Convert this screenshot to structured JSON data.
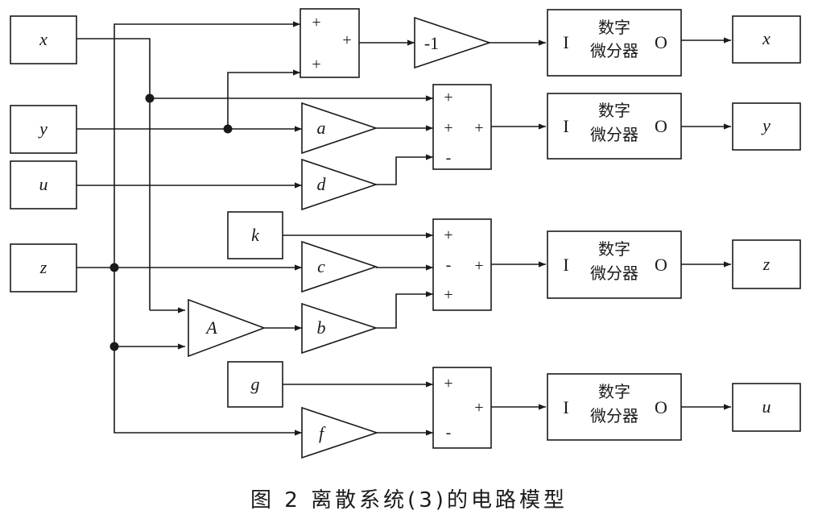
{
  "inputs": {
    "x": "x",
    "y": "y",
    "u": "u",
    "z": "z",
    "k": "k",
    "g": "g"
  },
  "outputs": {
    "x": "x",
    "y": "y",
    "z": "z",
    "u": "u"
  },
  "gains": {
    "neg1": "-1",
    "a": "a",
    "d": "d",
    "c": "c",
    "A": "A",
    "b": "b",
    "f": "f"
  },
  "integrator": {
    "in": "I",
    "out": "O",
    "title_line1": "数字",
    "title_line2": "微分器"
  },
  "summers": {
    "s0": {
      "in1": "+",
      "in2": "+",
      "out": "+"
    },
    "s1": {
      "in1": "+",
      "in2": "+",
      "in3": "-",
      "out": "+"
    },
    "s2": {
      "in1": "+",
      "in2": "-",
      "in3": "+",
      "out": "+"
    },
    "s3": {
      "in1": "+",
      "in2": "-",
      "out": "+"
    }
  },
  "caption": "图 2   离散系统(3)的电路模型"
}
